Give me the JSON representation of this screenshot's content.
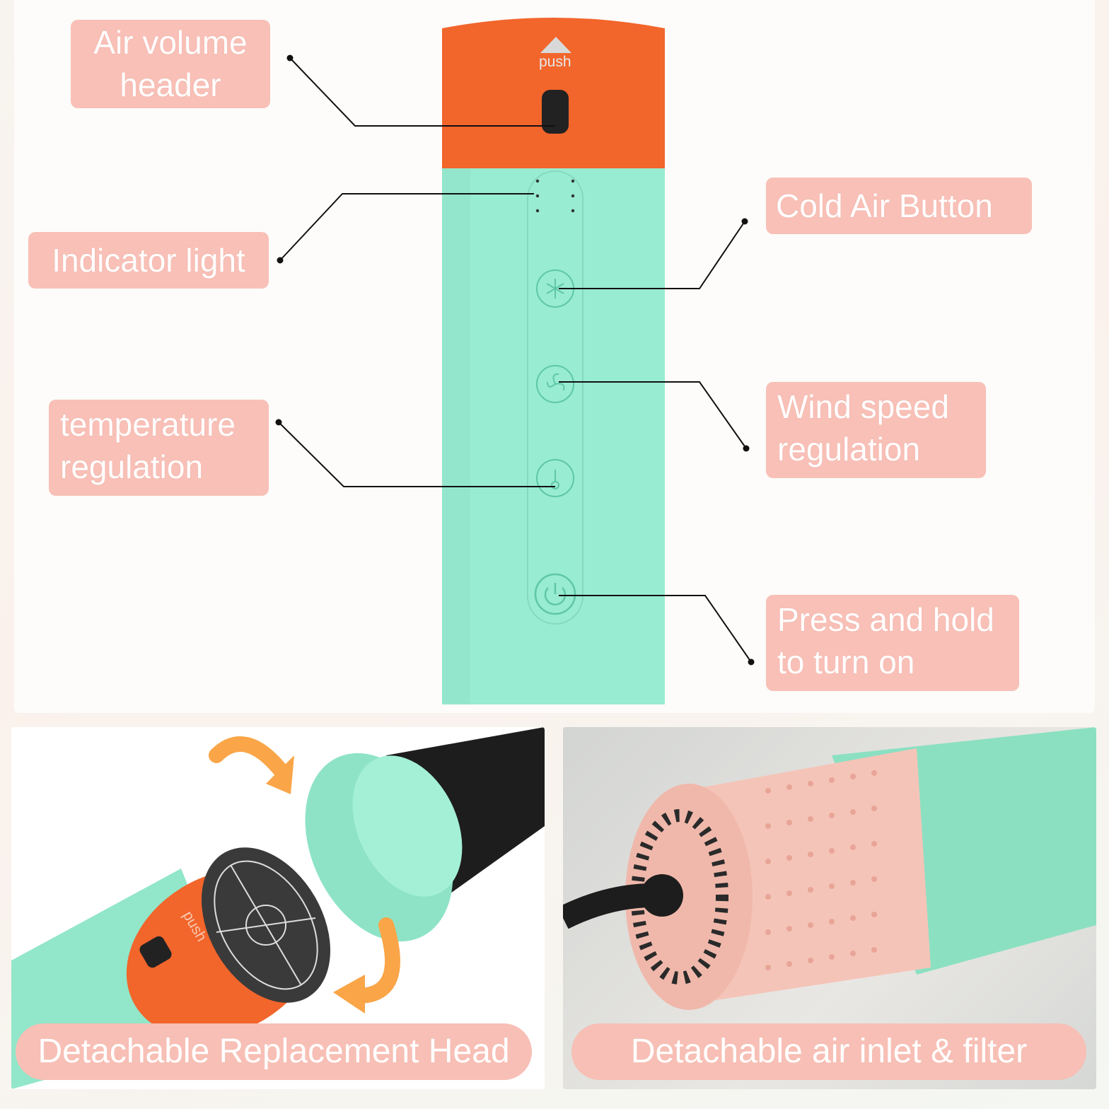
{
  "callouts": {
    "air_volume_header": "Air volume\nheader",
    "indicator_light": "Indicator light",
    "temperature_regulation": "temperature\nregulation",
    "cold_air_button": "Cold Air Button",
    "wind_speed_regulation": "Wind speed\nregulation",
    "press_and_hold": "Press and hold\nto turn on"
  },
  "device": {
    "push_label": "push"
  },
  "bottom": {
    "left_caption": "Detachable Replacement Head",
    "right_caption": "Detachable air inlet & filter"
  },
  "colors": {
    "body_mint": "#98ecd1",
    "head_orange": "#f2652b",
    "callout_pink": "#f8c0b7",
    "filter_pink": "#f5c4b8",
    "arrow_orange": "#f9a548"
  }
}
